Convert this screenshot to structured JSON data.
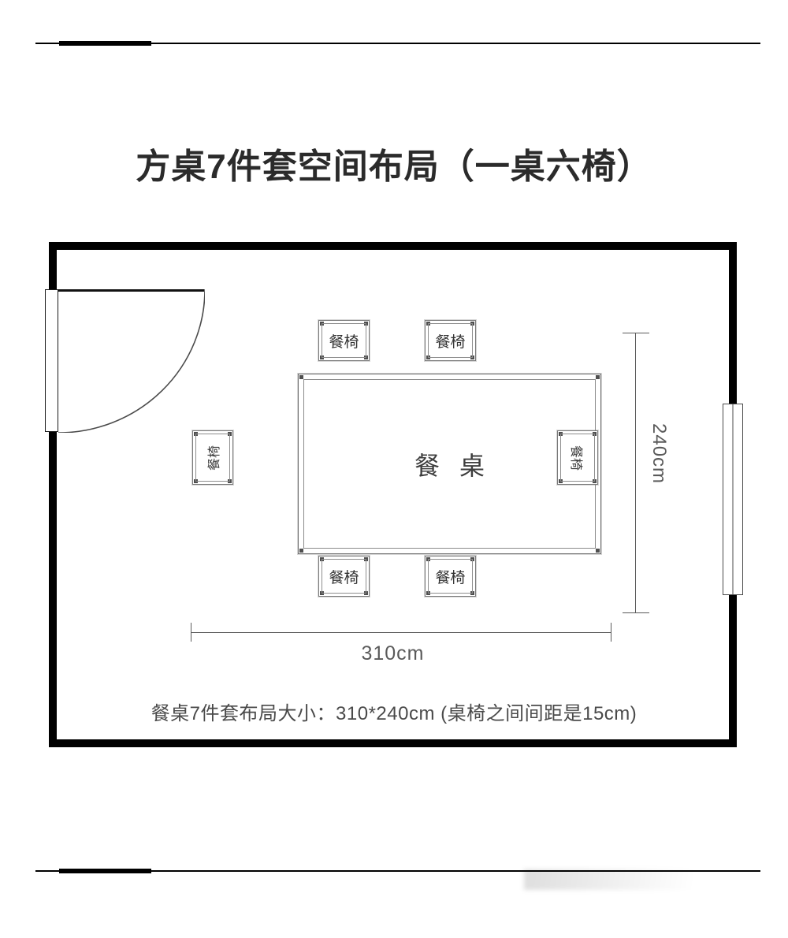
{
  "title": "方桌7件套空间布局（一桌六椅）",
  "caption": "餐桌7件套布局大小：310*240cm (桌椅之间间距是15cm)",
  "furniture": {
    "table": {
      "label": "餐 桌"
    },
    "chairs": [
      {
        "id": "chair-top-left",
        "label": "餐椅"
      },
      {
        "id": "chair-top-right",
        "label": "餐椅"
      },
      {
        "id": "chair-left",
        "label": "餐椅"
      },
      {
        "id": "chair-right",
        "label": "餐椅"
      },
      {
        "id": "chair-bottom-left",
        "label": "餐椅"
      },
      {
        "id": "chair-bottom-right",
        "label": "餐椅"
      }
    ]
  },
  "dimensions": {
    "vertical": "240cm",
    "horizontal": "310cm"
  },
  "colors": {
    "wall": "#000000",
    "furniture_outline": "#7a7a7a",
    "dimension_line": "#5a5a5a",
    "text": "#3a3a3a"
  }
}
